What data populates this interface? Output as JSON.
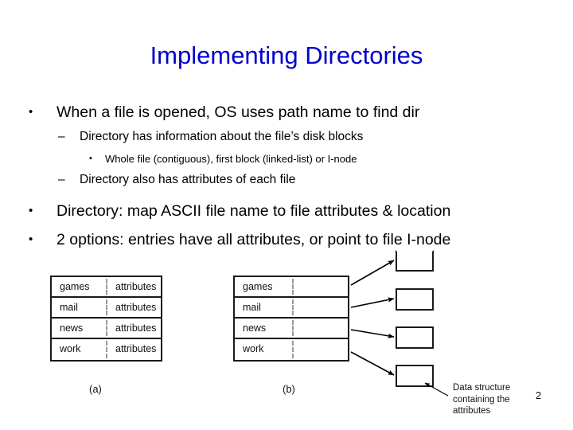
{
  "slide": {
    "title": "Implementing Directories",
    "number": "2",
    "title_color": "#0000CC",
    "background": "#ffffff"
  },
  "bullets": [
    {
      "level": 1,
      "glyph": "•",
      "text": "When a file is opened, OS uses path name to find dir"
    },
    {
      "level": 2,
      "glyph": "–",
      "text": "Directory has information about the file’s disk blocks"
    },
    {
      "level": 3,
      "glyph": "•",
      "text": "Whole file (contiguous), first block (linked-list) or I-node"
    },
    {
      "level": 2,
      "glyph": "–",
      "text": "Directory also has attributes of each file"
    },
    {
      "level": 1,
      "glyph": "•",
      "text": "Directory: map ASCII file name to file attributes & location"
    },
    {
      "level": 1,
      "glyph": "•",
      "text": "2 options: entries have all attributes, or point to file I-node"
    }
  ],
  "figure": {
    "table_a": {
      "caption": "(a)",
      "rows": [
        {
          "name": "games",
          "attributes": "attributes"
        },
        {
          "name": "mail",
          "attributes": "attributes"
        },
        {
          "name": "news",
          "attributes": "attributes"
        },
        {
          "name": "work",
          "attributes": "attributes"
        }
      ]
    },
    "table_b": {
      "caption": "(b)",
      "rows": [
        {
          "name": "games",
          "attributes": ""
        },
        {
          "name": "mail",
          "attributes": ""
        },
        {
          "name": "news",
          "attributes": ""
        },
        {
          "name": "work",
          "attributes": ""
        }
      ]
    },
    "data_structure_caption": "Data structure containing the attributes",
    "attribute_boxes": [
      "",
      "",
      "",
      ""
    ]
  }
}
